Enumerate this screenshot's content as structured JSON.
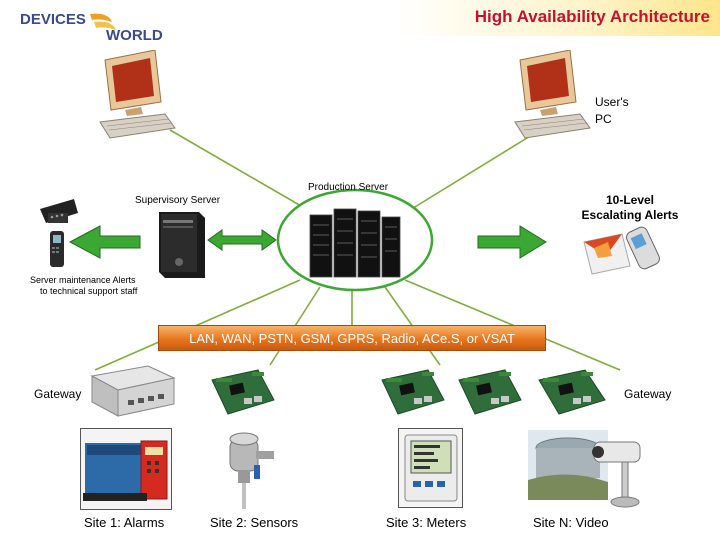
{
  "header": {
    "title": "High Availability Architecture",
    "logo_text_top": "DEVICES",
    "logo_text_bottom": "WORLD"
  },
  "nodes": {
    "user_pc_label_line1": "User's",
    "user_pc_label_line2": "PC",
    "supervisory_server_label": "Supervisory Server",
    "production_server_label": "Production Server",
    "alerts_label_line1": "10-Level",
    "alerts_label_line2": "Escalating Alerts",
    "maintenance_label_line1": "Server maintenance Alerts",
    "maintenance_label_line2": "to technical support staff",
    "network_label": "LAN, WAN, PSTN, GSM, GPRS, Radio, ACe.S, or VSAT",
    "gateway_left_label": "Gateway",
    "gateway_right_label": "Gateway"
  },
  "sites": [
    {
      "label": "Site 1: Alarms"
    },
    {
      "label": "Site 2: Sensors"
    },
    {
      "label": "Site 3: Meters"
    },
    {
      "label": "Site N: Video"
    }
  ],
  "colors": {
    "title": "#c8102e",
    "arrow_green": "#3aa832",
    "network_bar": "#e8761e",
    "connector": "#7fae3a"
  }
}
